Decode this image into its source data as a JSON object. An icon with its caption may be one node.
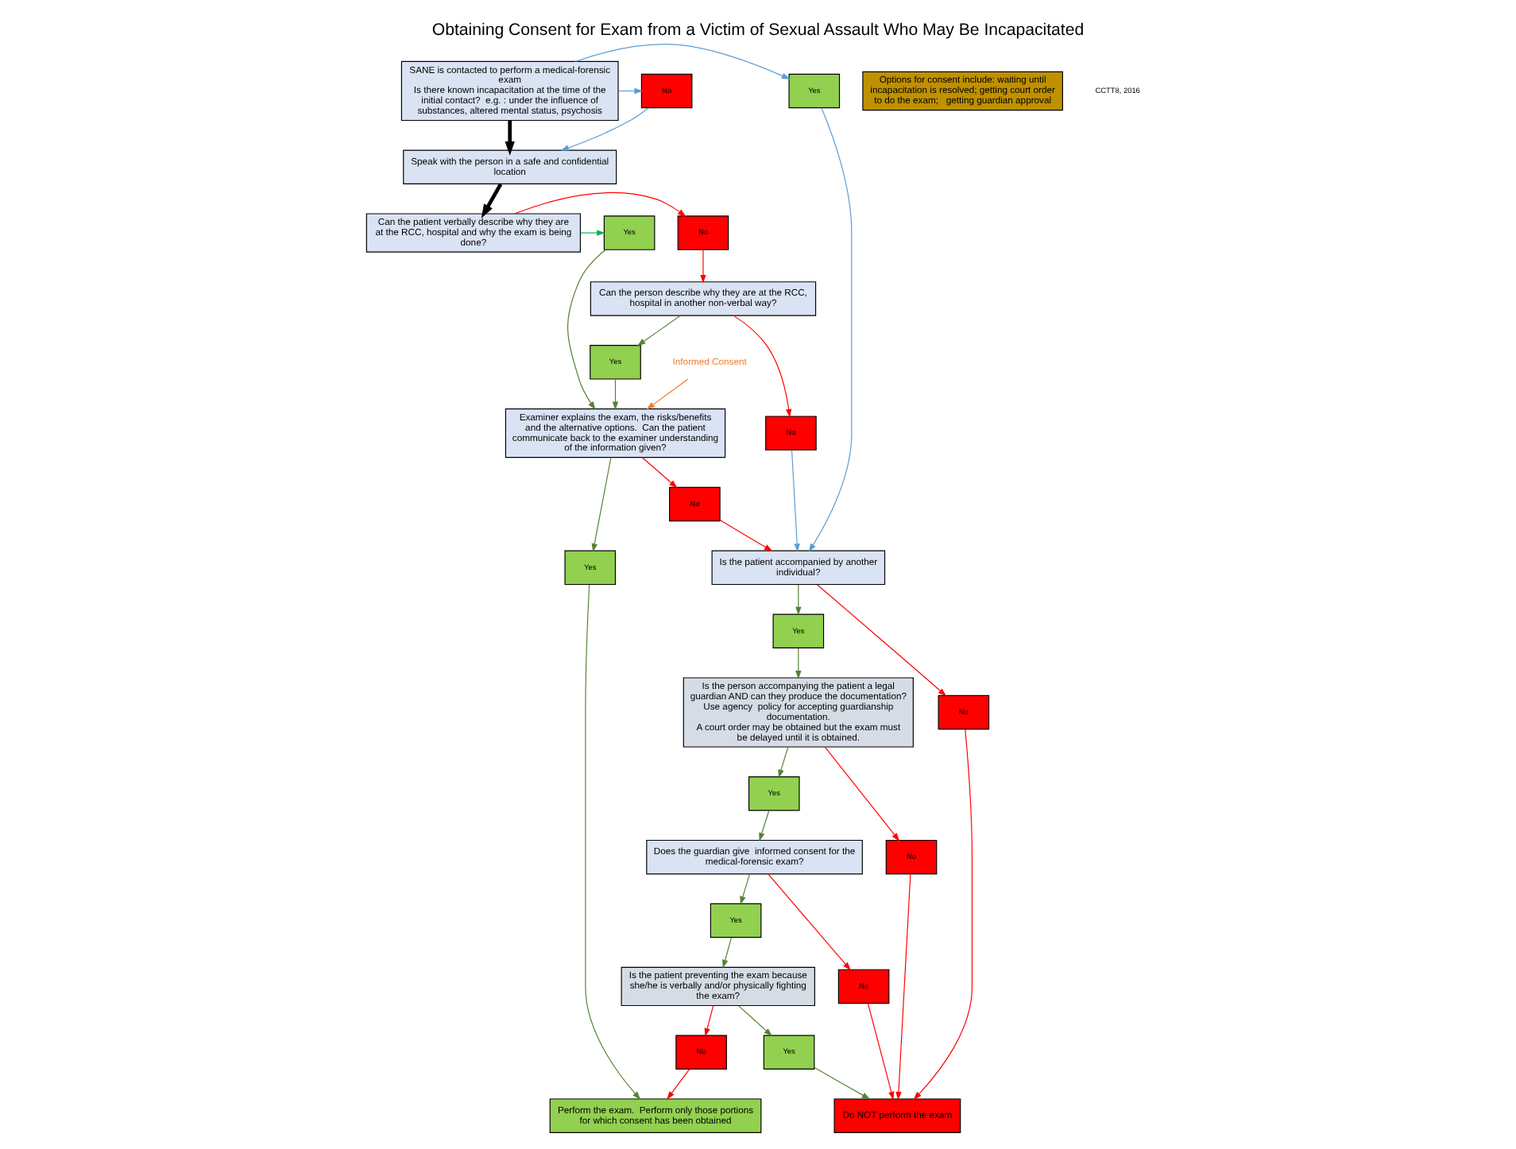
{
  "diagram": {
    "title": "Obtaining Consent for Exam from a Victim of Sexual Assault Who May Be Incapacitated",
    "nodes": [
      {
        "text": [
          "SANE is contacted to perform a medical-forensic exam",
          "Is there known incapacitation at the time of the initial contact?  e.g. : under the influence of substances, altered mental status, psychosis"
        ]
      },
      {
        "text": [
          "Yes"
        ]
      },
      {
        "text": [
          "No"
        ]
      },
      {
        "text": [
          "Speak with the person in a safe and confidential location"
        ]
      },
      {
        "text": [
          "Can the patient verbally describe why they are at the RCC, hospital and why the exam is being done?"
        ]
      },
      {
        "text": [
          "No"
        ]
      },
      {
        "text": [
          "Yes"
        ]
      },
      {
        "text": [
          "Can the person describe why they are at the RCC, hospital in another non-verbal way?"
        ]
      },
      {
        "text": [
          "Yes"
        ]
      },
      {
        "text": [
          "Examiner explains the exam, the risks/benefits and the alternative options.  Can the patient  communicate back to the examiner understanding of the information given?"
        ]
      },
      {
        "text": [
          "No"
        ]
      },
      {
        "text": [
          "Is the patient accompanied by another individual?"
        ]
      },
      {
        "text": [
          "No"
        ]
      },
      {
        "text": [
          "Yes"
        ]
      },
      {
        "text": [
          "Yes"
        ]
      },
      {
        "text": [
          "No"
        ]
      },
      {
        "text": [
          "Is the person accompanying the patient a legal guardian AND can they produce the documentation?",
          "Use agency  policy for accepting guardianship documentation.",
          "A court order may be obtained but the exam must be delayed until it is obtained."
        ]
      },
      {
        "text": [
          "Yes"
        ]
      },
      {
        "text": [
          "No"
        ]
      },
      {
        "text": [
          "Does the guardian give  informed consent for the  medical-forensic exam?"
        ]
      },
      {
        "text": [
          "Yes"
        ]
      },
      {
        "text": [
          "No"
        ]
      },
      {
        "text": [
          "Is the patient preventing the exam because she/he is verbally and/or physically fighting the exam?"
        ]
      },
      {
        "text": [
          "Yes"
        ]
      },
      {
        "text": [
          "No"
        ]
      },
      {
        "text": [
          "Do NOT perform the exam"
        ]
      },
      {
        "text": [
          "Perform the exam.  Perform only those portions for which consent has been obtained"
        ]
      },
      {
        "text": [
          "Options for consent include: waiting until incapacitation is resolved; getting court order to do the exam;   getting guardian approval"
        ]
      },
      {
        "text": [
          "Informed Consent"
        ]
      }
    ],
    "edges": [
      {
        "from": 0,
        "to": 1,
        "arrow": "to",
        "color": "#5b9bd5"
      },
      {
        "from": 0,
        "to": 2,
        "arrow": "to",
        "color": "#5b9bd5"
      },
      {
        "from": 0,
        "to": 3,
        "arrow": "to",
        "style": "thick",
        "color": "#000000"
      },
      {
        "from": 1,
        "to": 11,
        "arrow": "to",
        "color": "#5b9bd5"
      },
      {
        "from": 2,
        "to": 3,
        "arrow": "to",
        "color": "#5b9bd5"
      },
      {
        "from": 3,
        "to": 4,
        "arrow": "to",
        "style": "thick",
        "color": "#000000"
      },
      {
        "from": 4,
        "to": 5,
        "arrow": "to",
        "color": "#ff0000"
      },
      {
        "from": 4,
        "to": 6,
        "arrow": "to",
        "color": "#00b050"
      },
      {
        "from": 5,
        "to": 7,
        "arrow": "to",
        "color": "#ff0000"
      },
      {
        "from": 6,
        "to": 9,
        "arrow": "to",
        "color": "#548235"
      },
      {
        "from": 7,
        "to": 8,
        "arrow": "to",
        "color": "#548235"
      },
      {
        "from": 8,
        "to": 9,
        "arrow": "to",
        "color": "#548235"
      },
      {
        "from": 7,
        "to": 10,
        "arrow": "to",
        "color": "#ff0000"
      },
      {
        "from": 10,
        "to": 11,
        "arrow": "to",
        "color": "#5b9bd5"
      },
      {
        "from": 9,
        "to": 12,
        "arrow": "to",
        "color": "#ff0000"
      },
      {
        "from": 12,
        "to": 11,
        "arrow": "to",
        "color": "#ff0000"
      },
      {
        "from": 9,
        "to": 13,
        "arrow": "to",
        "color": "#548235"
      },
      {
        "from": 13,
        "to": 26,
        "arrow": "to",
        "color": "#548235"
      },
      {
        "from": 11,
        "to": 14,
        "arrow": "to",
        "color": "#548235"
      },
      {
        "from": 11,
        "to": 15,
        "arrow": "to",
        "color": "#ff0000"
      },
      {
        "from": 14,
        "to": 16,
        "arrow": "to",
        "color": "#548235"
      },
      {
        "from": 16,
        "to": 17,
        "arrow": "to",
        "color": "#548235"
      },
      {
        "from": 17,
        "to": 19,
        "arrow": "to",
        "color": "#548235"
      },
      {
        "from": 16,
        "to": 18,
        "arrow": "to",
        "color": "#ff0000"
      },
      {
        "from": 18,
        "to": 25,
        "arrow": "to",
        "color": "#ff0000"
      },
      {
        "from": 15,
        "to": 25,
        "arrow": "to",
        "color": "#ff0000"
      },
      {
        "from": 19,
        "to": 20,
        "arrow": "to",
        "color": "#548235"
      },
      {
        "from": 20,
        "to": 22,
        "arrow": "to",
        "color": "#548235"
      },
      {
        "from": 19,
        "to": 21,
        "arrow": "to",
        "color": "#ff0000"
      },
      {
        "from": 21,
        "to": 25,
        "arrow": "to",
        "color": "#ff0000"
      },
      {
        "from": 22,
        "to": 23,
        "arrow": "to",
        "color": "#548235"
      },
      {
        "from": 23,
        "to": 25,
        "arrow": "to",
        "color": "#548235"
      },
      {
        "from": 22,
        "to": 24,
        "arrow": "to",
        "color": "#ff0000"
      },
      {
        "from": 24,
        "to": 26,
        "arrow": "to",
        "color": "#ff0000"
      },
      {
        "from": 28,
        "to": 9,
        "arrow": "to",
        "color": "#ed7d31"
      }
    ],
    "labels": [
      "CCTT8, 2016"
    ]
  }
}
